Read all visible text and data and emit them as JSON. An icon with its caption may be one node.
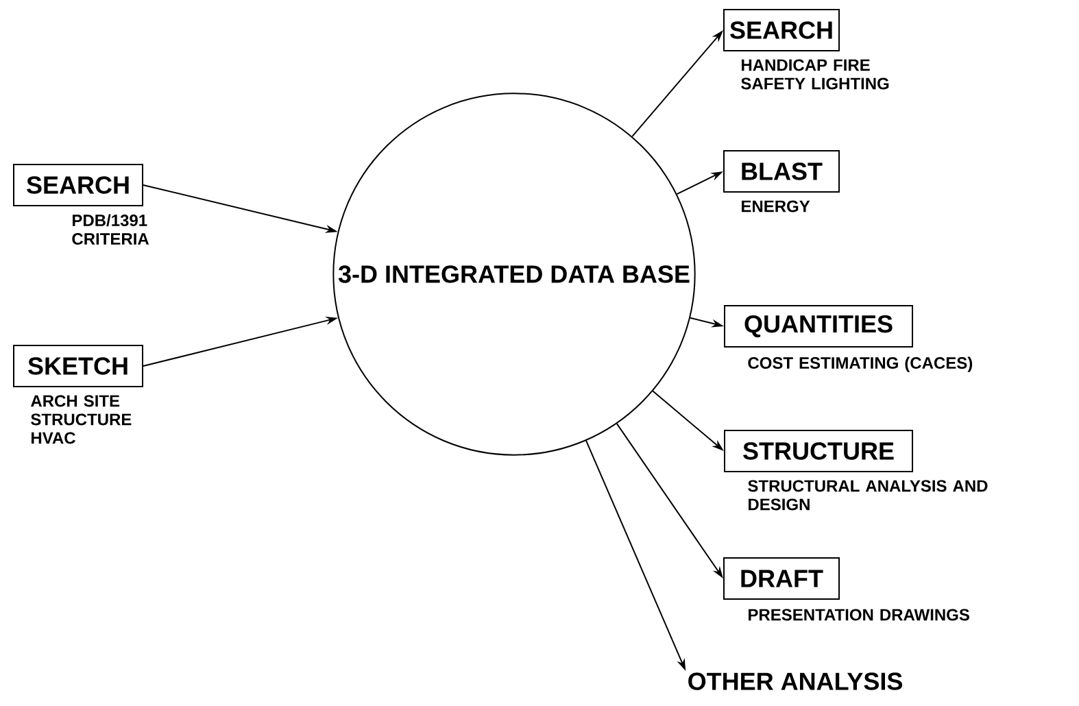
{
  "diagram": {
    "nodes": [
      {
        "text": [
          "SEARCH"
        ],
        "beside": [
          "PDB/1391 CRITERIA"
        ]
      },
      {
        "text": [
          "SKETCH"
        ],
        "beside": [
          "ARCH SITE STRUCTURE HVAC"
        ]
      },
      {
        "text": [
          "3-D INTEGRATED DATA BASE"
        ]
      },
      {
        "text": [
          "SEARCH"
        ],
        "beside": [
          "HANDICAP FIRE SAFETY LIGHTING"
        ]
      },
      {
        "text": [
          "BLAST"
        ],
        "beside": [
          "ENERGY"
        ]
      },
      {
        "text": [
          "QUANTITIES"
        ],
        "beside": [
          "COST ESTIMATING (CACES)"
        ]
      },
      {
        "text": [
          "STRUCTURE"
        ],
        "beside": [
          "STRUCTURAL ANALYSIS AND DESIGN"
        ]
      },
      {
        "text": [
          "DRAFT"
        ],
        "beside": [
          "PRESENTATION DRAWINGS"
        ]
      },
      {
        "text": [
          "OTHER ANALYSIS"
        ]
      }
    ],
    "edges": [
      {
        "from": 0,
        "to": 2,
        "arrow": "to"
      },
      {
        "from": 1,
        "to": 2,
        "arrow": "to"
      },
      {
        "from": 2,
        "to": 3,
        "arrow": "to"
      },
      {
        "from": 2,
        "to": 4,
        "arrow": "to"
      },
      {
        "from": 2,
        "to": 5,
        "arrow": "to"
      },
      {
        "from": 2,
        "to": 6,
        "arrow": "to"
      },
      {
        "from": 2,
        "to": 7,
        "arrow": "to"
      },
      {
        "from": 2,
        "to": 8,
        "arrow": "to"
      }
    ]
  }
}
